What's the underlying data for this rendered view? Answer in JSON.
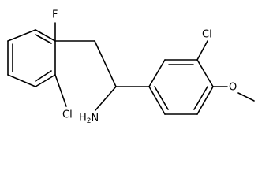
{
  "molecule": {
    "atoms": {
      "fluorine": "F",
      "chlorine_left": "Cl",
      "amine": "H2N",
      "chlorine_right": "Cl",
      "methoxy_oxygen": "O"
    },
    "bond_color": "#000000",
    "label_color": "#000000"
  }
}
